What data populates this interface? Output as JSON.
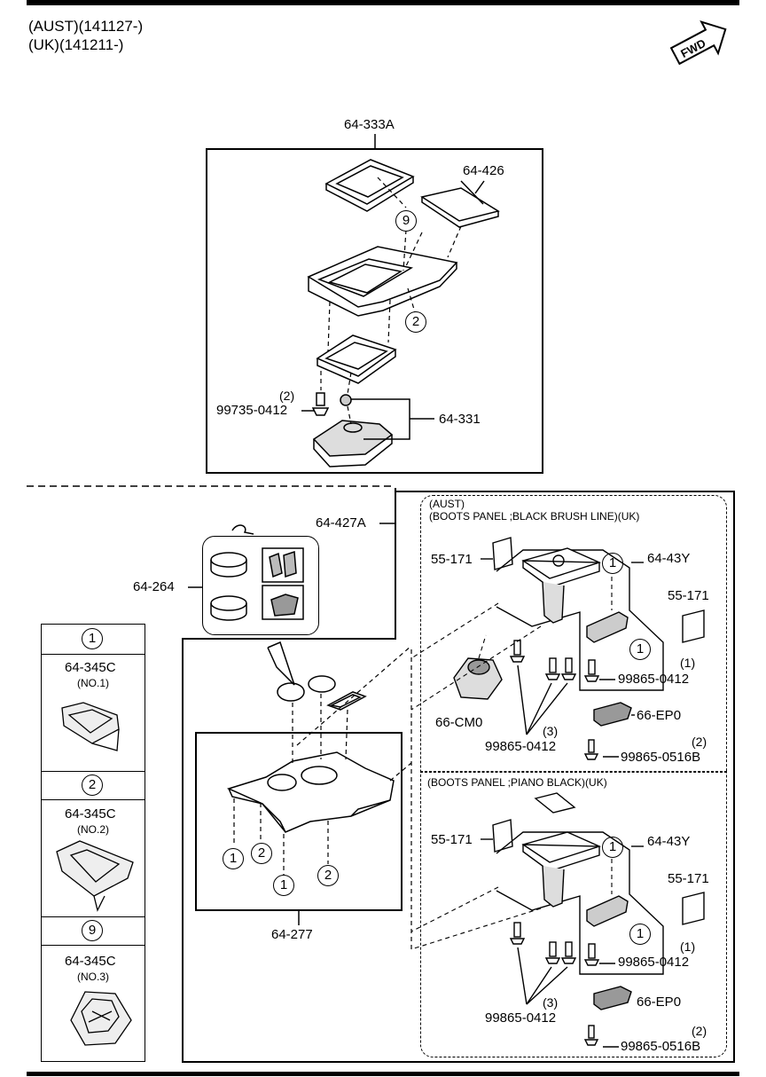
{
  "header": {
    "line1": "(AUST)(141127-)",
    "line2": "(UK)(141211-)",
    "fwd": "FWD"
  },
  "top": {
    "assy": "64-333A",
    "panel": "64-426",
    "screw_qty": "(2)",
    "screw": "99735-0412",
    "knob": "64-331",
    "c9": "9",
    "c2": "2"
  },
  "bottom": {
    "assy": "64-427A",
    "holder": "64-264",
    "console": "64-277",
    "c1a": "1",
    "c2a": "2",
    "c1b": "1",
    "c2b": "2"
  },
  "legend": {
    "items": [
      {
        "num": "1",
        "part": "64-345C",
        "sub": "(NO.1)"
      },
      {
        "num": "2",
        "part": "64-345C",
        "sub": "(NO.2)"
      },
      {
        "num": "9",
        "part": "64-345C",
        "sub": "(NO.3)"
      }
    ]
  },
  "aust": {
    "t1": "(AUST)",
    "t2": "(BOOTS PANEL ;BLACK BRUSH LINE)(UK)",
    "tape1": "55-171",
    "panel": "64-43Y",
    "tape2": "55-171",
    "c1a": "1",
    "c1b": "1",
    "q1": "(1)",
    "s1": "99865-0412",
    "boot": "66-CM0",
    "q3": "(3)",
    "s3": "99865-0412",
    "sw": "66-EP0",
    "q2": "(2)",
    "s2": "99865-0516B"
  },
  "uk": {
    "t1": "(BOOTS PANEL ;PIANO BLACK)(UK)",
    "tape1": "55-171",
    "panel": "64-43Y",
    "tape2": "55-171",
    "c1a": "1",
    "c1b": "1",
    "q1": "(1)",
    "s1": "99865-0412",
    "q3": "(3)",
    "s3": "99865-0412",
    "sw": "66-EP0",
    "q2": "(2)",
    "s2": "99865-0516B"
  }
}
